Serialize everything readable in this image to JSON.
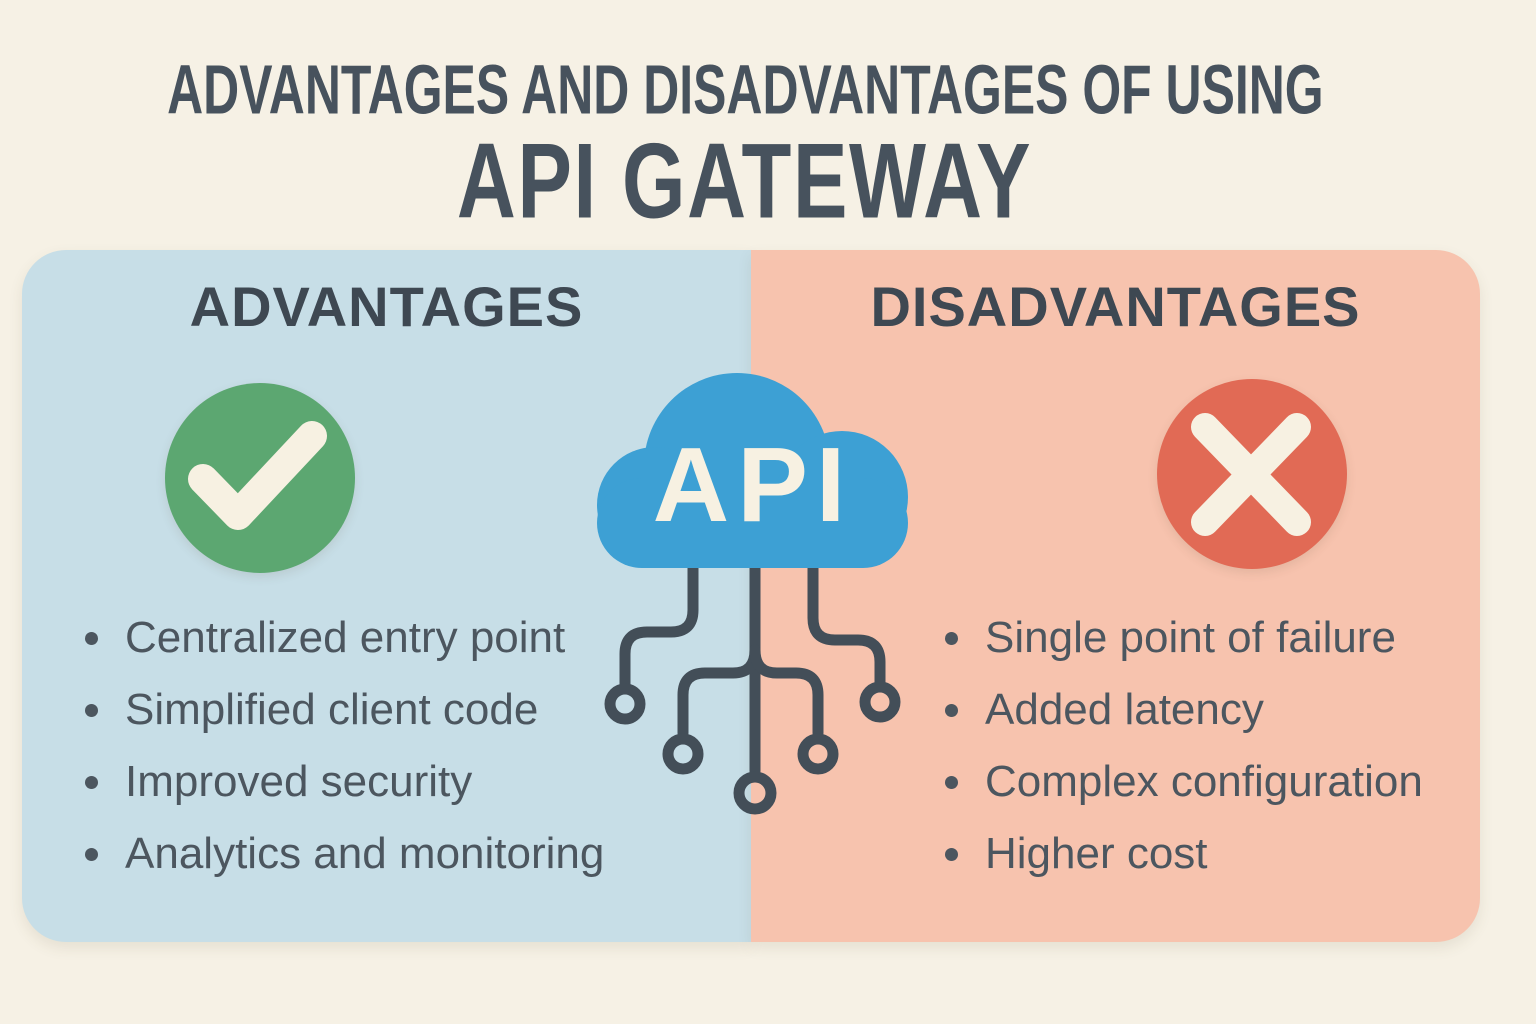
{
  "title": {
    "line1": "ADVANTAGES AND DISADVANTAGES OF USING",
    "line2": "API GATEWAY"
  },
  "advantages": {
    "heading": "ADVANTAGES",
    "items": [
      "Centralized entry point",
      "Simplified client code",
      "Improved security",
      "Analytics and monitoring"
    ]
  },
  "disadvantages": {
    "heading": "DISADVANTAGES",
    "items": [
      "Single point of failure",
      "Added latency",
      "Complex configuration",
      "Higher cost"
    ]
  },
  "center": {
    "label": "API"
  },
  "icons": {
    "advantages": "check-icon",
    "disadvantages": "cross-icon",
    "center": "api-cloud-icon"
  },
  "colors": {
    "background": "#f6f1e5",
    "title_text": "#47525d",
    "heading_text": "#3e4852",
    "list_text": "#4c565f",
    "panel_advantages": "#c7dee7",
    "panel_disadvantages": "#f7c3ae",
    "check_green": "#5ca771",
    "cross_red": "#e16a55",
    "cloud_blue": "#3da0d4",
    "circuit_dark": "#434e58",
    "cream": "#f7f1e2"
  }
}
